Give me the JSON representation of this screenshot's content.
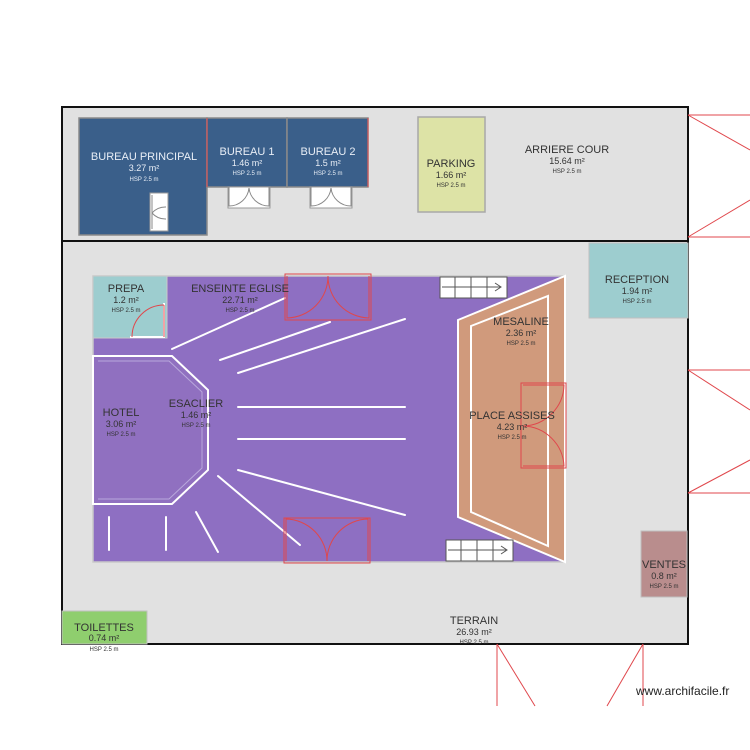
{
  "rooms": {
    "bureau_principal": {
      "name": "BUREAU PRINCIPAL",
      "area": "3.27 m²",
      "hsp": "HSP 2.5 m"
    },
    "bureau_1": {
      "name": "BUREAU 1",
      "area": "1.46 m²",
      "hsp": "HSP 2.5 m"
    },
    "bureau_2": {
      "name": "BUREAU 2",
      "area": "1.5 m²",
      "hsp": "HSP 2.5 m"
    },
    "parking": {
      "name": "PARKING",
      "area": "1.66 m²",
      "hsp": "HSP 2.5 m"
    },
    "arriere_cour": {
      "name": "ARRIERE COUR",
      "area": "15.64 m²",
      "hsp": "HSP 2.5 m"
    },
    "reception": {
      "name": "RECEPTION",
      "area": "1.94 m²",
      "hsp": "HSP 2.5 m"
    },
    "prepa": {
      "name": "PREPA",
      "area": "1.2 m²",
      "hsp": "HSP 2.5 m"
    },
    "enseinte_eglise": {
      "name": "ENSEINTE EGLISE",
      "area": "22.71 m²",
      "hsp": "HSP 2.5 m"
    },
    "mesaline": {
      "name": "MESALINE",
      "area": "2.36 m²",
      "hsp": "HSP 2.5 m"
    },
    "hotel": {
      "name": "HOTEL",
      "area": "3.06 m²",
      "hsp": "HSP 2.5 m"
    },
    "esaclier": {
      "name": "ESACLIER",
      "area": "1.46 m²",
      "hsp": "HSP 2.5 m"
    },
    "place_assises": {
      "name": "PLACE ASSISES",
      "area": "4.23 m²",
      "hsp": "HSP 2.5 m"
    },
    "ventes": {
      "name": "VENTES",
      "area": "0.8 m²",
      "hsp": "HSP 2.5 m"
    },
    "toilettes": {
      "name": "TOILETTES",
      "area": "0.74 m²",
      "hsp": "HSP 2.5 m"
    },
    "terrain": {
      "name": "TERRAIN",
      "area": "26.93 m²",
      "hsp": "HSP 2.5 m"
    }
  },
  "colors": {
    "wall": "#111111",
    "ground": "#e1e1e1",
    "office": "#3a5f8a",
    "church": "#8e6fc2",
    "seating": "#d09a7c",
    "parking": "#dde3a6",
    "teal": "#9dcdcf",
    "ventes": "#b98d8d",
    "toilettes": "#8fce6e",
    "door": "#e0474c",
    "white": "#ffffff"
  },
  "watermark": "www.archifacile.fr"
}
